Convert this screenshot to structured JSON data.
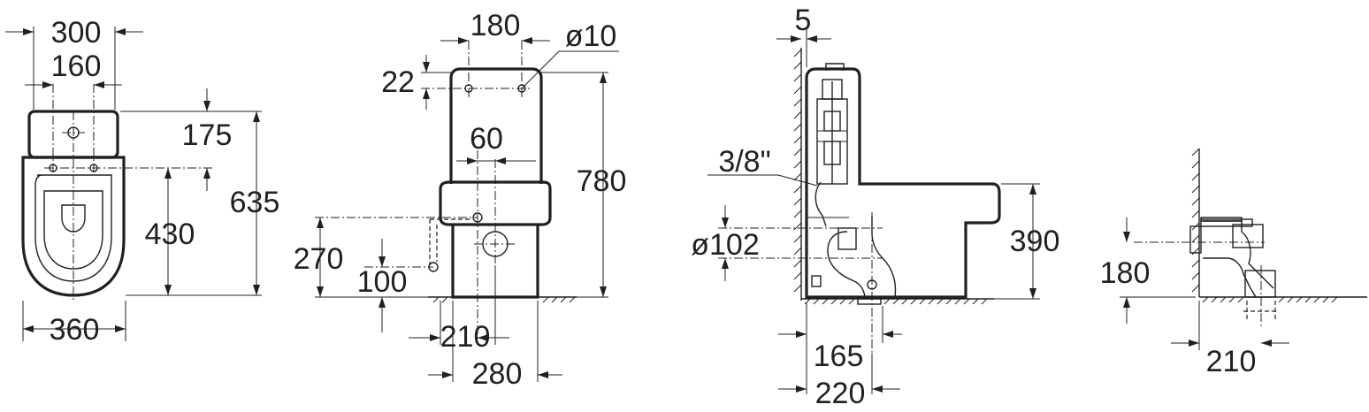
{
  "dimensions": {
    "top_view": {
      "width_300": "300",
      "width_160": "160",
      "depth_175": "175",
      "depth_635": "635",
      "depth_430": "430",
      "width_360": "360"
    },
    "front_view": {
      "width_180": "180",
      "hole_10": "ø10",
      "offset_22": "22",
      "width_60": "60",
      "height_780": "780",
      "height_270": "270",
      "height_100": "100",
      "width_210": "210",
      "width_280": "280"
    },
    "side_view": {
      "gap_5": "5",
      "inlet_3_8": "3/8\"",
      "outlet_102": "ø102",
      "height_390": "390",
      "dist_165": "165",
      "dist_220": "220"
    },
    "outlet_detail": {
      "height_180": "180",
      "dist_210": "210"
    }
  },
  "colors": {
    "line": "#231f20",
    "background": "#ffffff"
  }
}
